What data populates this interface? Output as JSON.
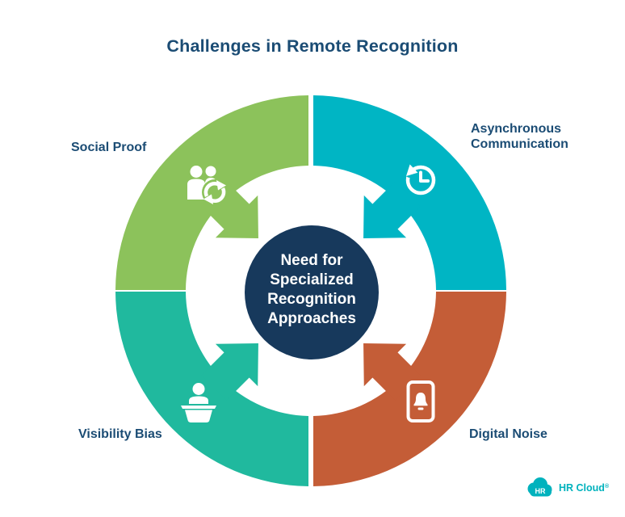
{
  "title": "Challenges in Remote Recognition",
  "center_label": {
    "lines": [
      "Need for",
      "Specialized",
      "Recognition",
      "Approaches"
    ]
  },
  "segments": [
    {
      "id": "social-proof",
      "label_lines": [
        "Social Proof"
      ],
      "color": "#8cc25b",
      "icon": "people-sync-icon",
      "position": "top-left"
    },
    {
      "id": "asynchronous-communication",
      "label_lines": [
        "Asynchronous",
        "Communication"
      ],
      "color": "#00b5c4",
      "icon": "clock-history-icon",
      "position": "top-right"
    },
    {
      "id": "digital-noise",
      "label_lines": [
        "Digital Noise"
      ],
      "color": "#c45d37",
      "icon": "phone-notification-icon",
      "position": "bottom-right"
    },
    {
      "id": "visibility-bias",
      "label_lines": [
        "Visibility Bias"
      ],
      "color": "#20b99e",
      "icon": "podium-speaker-icon",
      "position": "bottom-left"
    }
  ],
  "logo": {
    "badge_text": "HR",
    "brand_text": "HR Cloud",
    "mark": "®"
  },
  "colors": {
    "background": "#ffffff",
    "heading_text": "#1b4c74",
    "center_circle": "#17395c",
    "center_text": "#ffffff",
    "icon_white": "#ffffff",
    "logo_teal": "#00b2bd"
  }
}
